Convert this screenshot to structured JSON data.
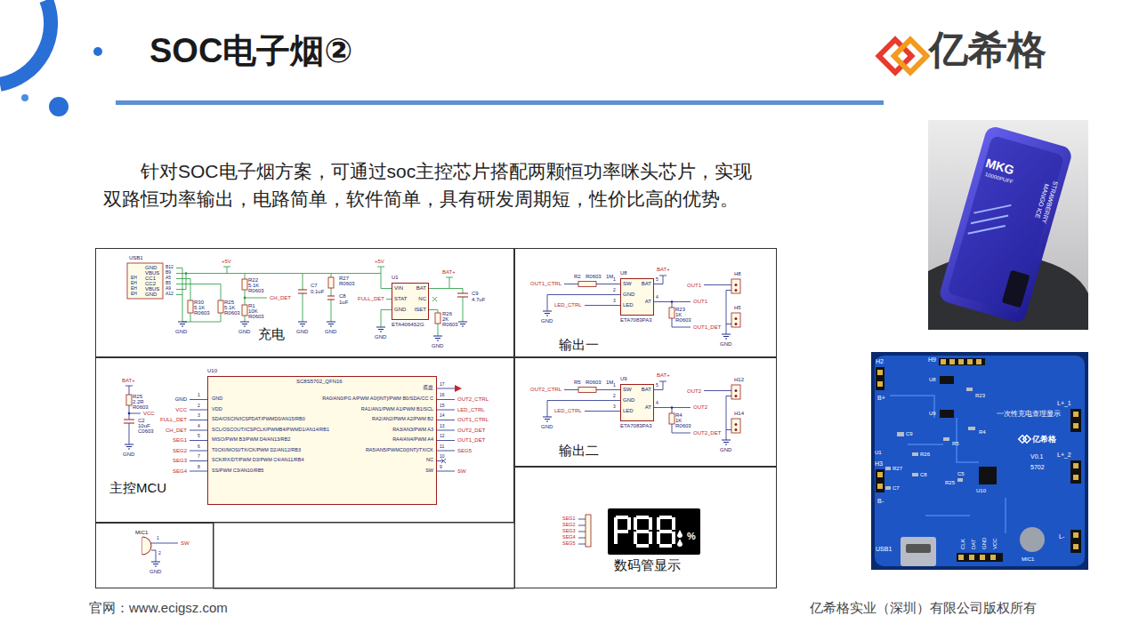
{
  "diagram": {
    "title": "SOC电子烟②",
    "nodes": [
      {
        "text": [
          "充电"
        ]
      },
      {
        "text": [
          "U1",
          "VIN",
          "STAT",
          "GND",
          "BAT",
          "NC",
          "ISET",
          "ETA4064S2G"
        ],
        "in": 0
      },
      {
        "text": [
          "输出一"
        ]
      },
      {
        "text": [
          "U8",
          "SW",
          "GND",
          "LED",
          "BAT",
          "AT",
          "ETA7083PA3",
          "1",
          "2",
          "3",
          "5",
          "4"
        ],
        "in": 2
      },
      {
        "text": [
          "主控MCU"
        ]
      },
      {
        "text": [
          "U10",
          "SC8S5702_QFN16",
          "GND",
          "VDD",
          "SDA/OSCIN/ICSPDAT/PWMD0/AN15/RB0",
          "SCL/OSCOUT/ICSPCLK/PWMB4/PWMD1/AN14/RB1",
          "MISO/PWM B3/PWM D4/AN13/RB2",
          "T0CKI/MOSI/TX/CK/PWM D2/AN12/RB3",
          "SCK/RX/DT/PWM D3/PWM C4/AN11/RB4",
          "SS/PWM C3/AN10/RB5",
          "1",
          "2",
          "3",
          "4",
          "5",
          "6",
          "7",
          "8",
          "RA0/AN0/PG A/PWM A0/[INT]/PWM B0/SDA/CC C",
          "RA1/AN1/PWM A1/PWM B1/SCL",
          "RA2/AN2/PWM A2/PWM B2",
          "RA3/AN3/PWM A3",
          "RA4/AN4/PWM A4",
          "RA5/AN5/PWMC0/[INT]/TX/CK",
          "NC",
          "SW",
          "16",
          "15",
          "14",
          "13",
          "12",
          "11",
          "10",
          "9",
          "底盘",
          "17"
        ],
        "in": 4
      },
      {
        "text": [
          "输出二"
        ]
      },
      {
        "text": [
          "U9",
          "SW",
          "GND",
          "LED",
          "BAT",
          "AT",
          "ETA7083PA3",
          "1",
          "2",
          "3",
          "5",
          "4"
        ],
        "in": 6
      },
      {
        "text": [
          "MIC1"
        ]
      },
      {
        "text": [
          "数码管显示"
        ]
      }
    ],
    "labels": [
      "针对SOC电子烟方案，可通过soc主控芯片搭配两颗恒功率咪头芯片，实现双路恒功率输出，电路简单，软件简单，具有研发周期短，性价比高的优势。",
      "亿希格",
      "官网：www.ecigsz.com",
      "亿希格实业（深圳）有限公司版权所有",
      "MKG",
      "10000PUFF",
      "STRAWBERRY",
      "MANGO ICE",
      "H2",
      "H9",
      "B+",
      "L+_1",
      "L+_2",
      "一次性充电查理显示",
      "亿希格",
      "V0.1",
      "5702",
      "U8",
      "R23",
      "U9",
      "R4",
      "R5",
      "C9",
      "U1",
      "R26",
      "R27",
      "C8",
      "H3",
      "C7",
      "R25",
      "C5",
      "U10",
      "B-",
      "USB1",
      "CLK",
      "DAT",
      "GND",
      "VCC",
      "MIC1",
      "L-",
      "USB1",
      "GND",
      "VBUS",
      "CC1",
      "CC2",
      "VBUS",
      "GND",
      "B12",
      "B9",
      "A5",
      "B5",
      "A9",
      "A12",
      "EH",
      "EH",
      "EH",
      "EH",
      "R30",
      "5.1K",
      "R0603",
      "R25",
      "5.1K",
      "R0603",
      "GND",
      "+5V",
      "R22",
      "5.1K",
      "R0603",
      "CH_DET",
      "R1",
      "10K",
      "R0603",
      "GND",
      "C7",
      "0.1uF",
      "GND",
      "R27",
      "R0603",
      "C8",
      "1uF",
      "GND",
      "+5V",
      "FULL_DET",
      "GND",
      "BAT+",
      "C9",
      "4.7uF",
      "R26",
      "2K",
      "R0603",
      "GND",
      "OUT1_CTRL",
      "R2",
      "R0603",
      "1M",
      "BAT+",
      "LED_CTRL",
      "GND",
      "R23",
      "1K",
      "R0603",
      "OUT1",
      "OUT1",
      "OUT1_DET",
      "H8",
      "H5",
      "GND",
      "OUT2_CTRL",
      "R5",
      "R0603",
      "1M",
      "BAT+",
      "LED_CTRL",
      "GND",
      "R4",
      "1K",
      "R0603",
      "OUT2",
      "OUT2",
      "OUT2_DET",
      "H12",
      "H14",
      "GND",
      "BAT+",
      "R25",
      "2.2R",
      "R0603",
      "VCC",
      "C2",
      "10uF",
      "C0603",
      "GND",
      "GND",
      "VCC",
      "FULL_DET",
      "CH_DET",
      "SEG1",
      "SEG2",
      "SEG3",
      "SEG4",
      "OUT2_CTRL",
      "LED_CTRL",
      "OUT1_CTRL",
      "OUT2_DET",
      "OUT1_DET",
      "SEG5",
      "SW",
      "SW",
      "1",
      "2",
      "GND",
      "SEG1",
      "SEG2",
      "SEG3",
      "SEG4",
      "SEG5",
      "%"
    ]
  }
}
